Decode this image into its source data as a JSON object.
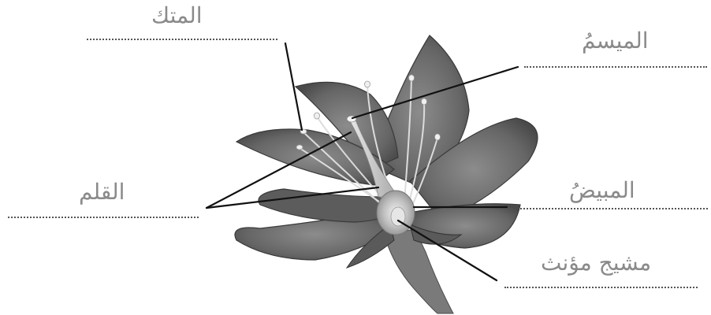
{
  "diagram": {
    "labels": {
      "anther": "المتك",
      "stigma": "الميسمُ",
      "style": "القلم",
      "ovary": "المبيضُ",
      "female_gametophyte": "مشيج مؤنث"
    },
    "colors": {
      "label_text": "#8a8a8a",
      "leader_line": "#111111",
      "petal_fill": "#6f6f6f",
      "petal_edge": "#3a3a3a",
      "filament": "#d9d9d9",
      "pistil": "#cfcfcf"
    }
  }
}
